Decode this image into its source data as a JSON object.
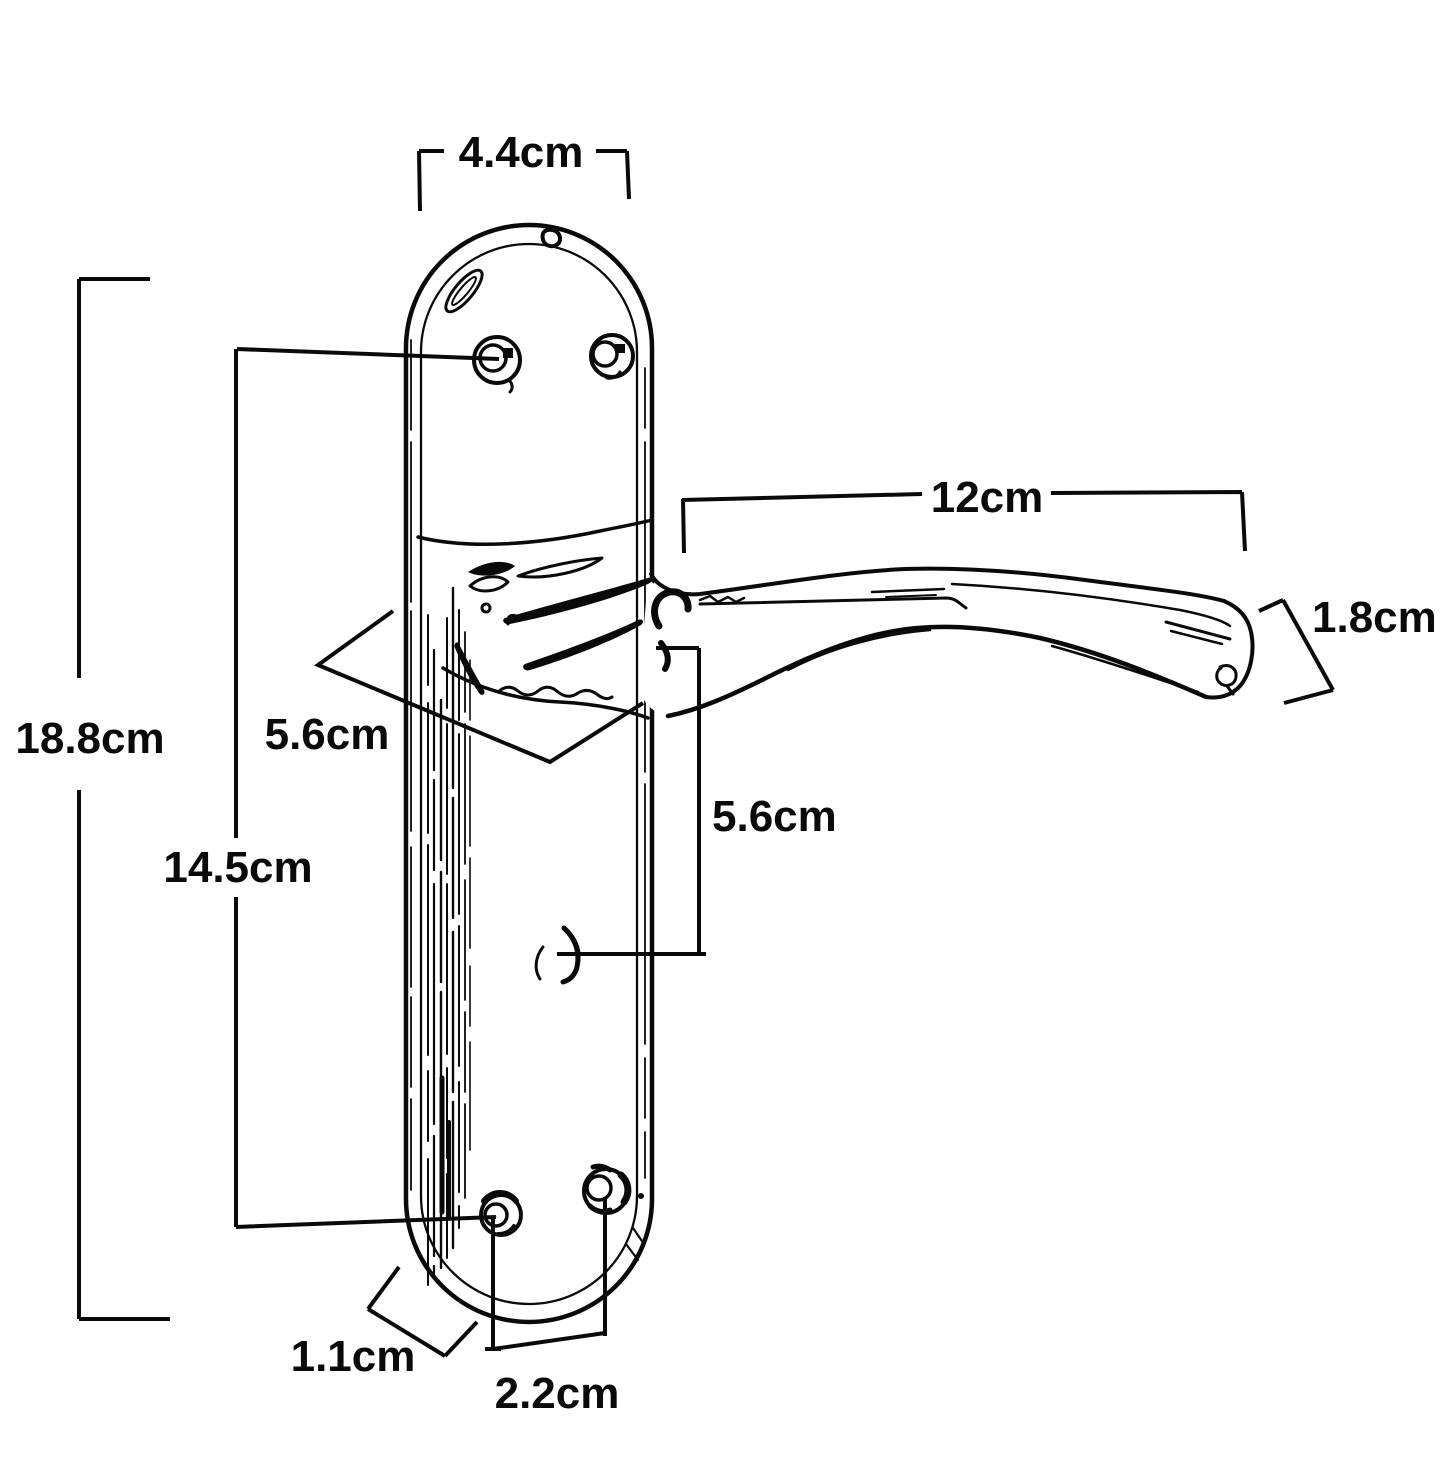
{
  "figure": {
    "type": "technical-drawing",
    "subject": "door-handle-lever-on-backplate",
    "background_color": "#ffffff",
    "line_color": "#0a0a0a"
  },
  "dimensions": {
    "plate_width": {
      "label": "4.4cm"
    },
    "overall_height": {
      "label": "18.8cm"
    },
    "screw_centres": {
      "label": "14.5cm"
    },
    "handle_projection": {
      "label": "5.6cm"
    },
    "spindle_to_keyhole": {
      "label": "5.6cm"
    },
    "lever_length": {
      "label": "12cm"
    },
    "lever_end_width": {
      "label": "1.8cm"
    },
    "plate_edge_depth": {
      "label": "1.1cm"
    },
    "screw_offset": {
      "label": "2.2cm"
    }
  }
}
